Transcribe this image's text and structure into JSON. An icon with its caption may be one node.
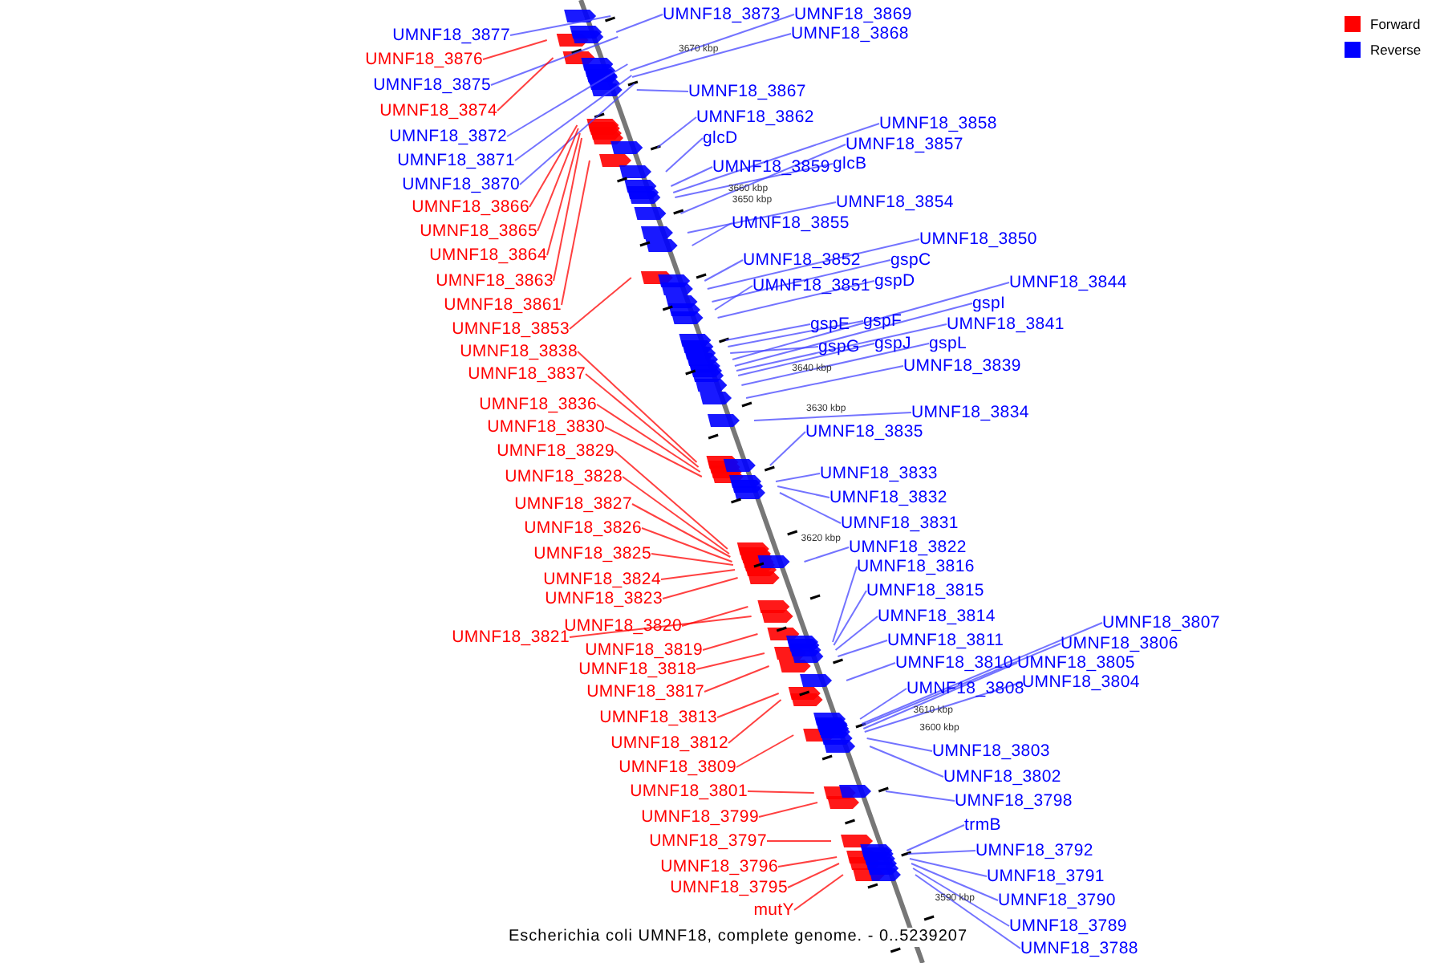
{
  "diagram": {
    "caption": "Escherichia coli UMNF18, complete genome. - 0..5239207",
    "nodes": [
      {
        "text": [
          "UMNF18_3877"
        ]
      },
      {
        "text": [
          "UMNF18_3876"
        ]
      },
      {
        "text": [
          "UMNF18_3875"
        ]
      },
      {
        "text": [
          "UMNF18_3874"
        ]
      },
      {
        "text": [
          "UMNF18_3872"
        ]
      },
      {
        "text": [
          "UMNF18_3871"
        ]
      },
      {
        "text": [
          "UMNF18_3870"
        ]
      },
      {
        "text": [
          "UMNF18_3866"
        ]
      },
      {
        "text": [
          "UMNF18_3865"
        ]
      },
      {
        "text": [
          "UMNF18_3864"
        ]
      },
      {
        "text": [
          "UMNF18_3863"
        ]
      },
      {
        "text": [
          "UMNF18_3861"
        ]
      },
      {
        "text": [
          "UMNF18_3853"
        ]
      },
      {
        "text": [
          "UMNF18_3838"
        ]
      },
      {
        "text": [
          "UMNF18_3837"
        ]
      },
      {
        "text": [
          "UMNF18_3836"
        ]
      },
      {
        "text": [
          "UMNF18_3830"
        ]
      },
      {
        "text": [
          "UMNF18_3829"
        ]
      },
      {
        "text": [
          "UMNF18_3828"
        ]
      },
      {
        "text": [
          "UMNF18_3827"
        ]
      },
      {
        "text": [
          "UMNF18_3826"
        ]
      },
      {
        "text": [
          "UMNF18_3825"
        ]
      },
      {
        "text": [
          "UMNF18_3824"
        ]
      },
      {
        "text": [
          "UMNF18_3823"
        ]
      },
      {
        "text": [
          "UMNF18_3820"
        ]
      },
      {
        "text": [
          "UMNF18_3821"
        ]
      },
      {
        "text": [
          "UMNF18_3819"
        ]
      },
      {
        "text": [
          "UMNF18_3818"
        ]
      },
      {
        "text": [
          "UMNF18_3817"
        ]
      },
      {
        "text": [
          "UMNF18_3813"
        ]
      },
      {
        "text": [
          "UMNF18_3812"
        ]
      },
      {
        "text": [
          "UMNF18_3809"
        ]
      },
      {
        "text": [
          "UMNF18_3801"
        ]
      },
      {
        "text": [
          "UMNF18_3799"
        ]
      },
      {
        "text": [
          "UMNF18_3797"
        ]
      },
      {
        "text": [
          "UMNF18_3796"
        ]
      },
      {
        "text": [
          "UMNF18_3795"
        ]
      },
      {
        "text": [
          "mutY"
        ]
      },
      {
        "text": [
          "UMNF18_3873"
        ]
      },
      {
        "text": [
          "UMNF18_3869"
        ]
      },
      {
        "text": [
          "UMNF18_3868"
        ]
      },
      {
        "text": [
          "UMNF18_3867"
        ]
      },
      {
        "text": [
          "UMNF18_3862"
        ]
      },
      {
        "text": [
          "glcD"
        ]
      },
      {
        "text": [
          "UMNF18_3859"
        ]
      },
      {
        "text": [
          "glcB"
        ]
      },
      {
        "text": [
          "UMNF18_3858"
        ]
      },
      {
        "text": [
          "UMNF18_3857"
        ]
      },
      {
        "text": [
          "UMNF18_3854"
        ]
      },
      {
        "text": [
          "UMNF18_3855"
        ]
      },
      {
        "text": [
          "UMNF18_3850"
        ]
      },
      {
        "text": [
          "UMNF18_3852"
        ]
      },
      {
        "text": [
          "gspC"
        ]
      },
      {
        "text": [
          "UMNF18_3851"
        ]
      },
      {
        "text": [
          "gspD"
        ]
      },
      {
        "text": [
          "UMNF18_3844"
        ]
      },
      {
        "text": [
          "gspI"
        ]
      },
      {
        "text": [
          "UMNF18_3841"
        ]
      },
      {
        "text": [
          "gspE"
        ]
      },
      {
        "text": [
          "gspF"
        ]
      },
      {
        "text": [
          "gspG"
        ]
      },
      {
        "text": [
          "gspJ"
        ]
      },
      {
        "text": [
          "gspL"
        ]
      },
      {
        "text": [
          "UMNF18_3839"
        ]
      },
      {
        "text": [
          "UMNF18_3834"
        ]
      },
      {
        "text": [
          "UMNF18_3835"
        ]
      },
      {
        "text": [
          "UMNF18_3833"
        ]
      },
      {
        "text": [
          "UMNF18_3832"
        ]
      },
      {
        "text": [
          "UMNF18_3831"
        ]
      },
      {
        "text": [
          "UMNF18_3822"
        ]
      },
      {
        "text": [
          "UMNF18_3816"
        ]
      },
      {
        "text": [
          "UMNF18_3815"
        ]
      },
      {
        "text": [
          "UMNF18_3814"
        ]
      },
      {
        "text": [
          "UMNF18_3811"
        ]
      },
      {
        "text": [
          "UMNF18_3810"
        ]
      },
      {
        "text": [
          "UMNF18_3805"
        ]
      },
      {
        "text": [
          "UMNF18_3807"
        ]
      },
      {
        "text": [
          "UMNF18_3806"
        ]
      },
      {
        "text": [
          "UMNF18_3808"
        ]
      },
      {
        "text": [
          "UMNF18_3804"
        ]
      },
      {
        "text": [
          "UMNF18_3803"
        ]
      },
      {
        "text": [
          "UMNF18_3802"
        ]
      },
      {
        "text": [
          "UMNF18_3798"
        ]
      },
      {
        "text": [
          "trmB"
        ]
      },
      {
        "text": [
          "UMNF18_3792"
        ]
      },
      {
        "text": [
          "UMNF18_3791"
        ]
      },
      {
        "text": [
          "UMNF18_3790"
        ]
      },
      {
        "text": [
          "UMNF18_3789"
        ]
      },
      {
        "text": [
          "UMNF18_3788"
        ]
      }
    ],
    "edges": [
      {
        "from": 0,
        "to": null,
        "arrow": "none"
      },
      {
        "from": 1,
        "to": null,
        "arrow": "none",
        "color": "#ff0000"
      },
      {
        "from": 2,
        "to": null,
        "arrow": "none"
      },
      {
        "from": 3,
        "to": null,
        "arrow": "none",
        "color": "#ff0000"
      },
      {
        "from": 4,
        "to": null,
        "arrow": "none"
      },
      {
        "from": 5,
        "to": null,
        "arrow": "none"
      },
      {
        "from": 6,
        "to": null,
        "arrow": "none"
      },
      {
        "from": 7,
        "to": null,
        "arrow": "none",
        "color": "#ff0000"
      },
      {
        "from": 8,
        "to": null,
        "arrow": "none",
        "color": "#ff0000"
      },
      {
        "from": 9,
        "to": null,
        "arrow": "none",
        "color": "#ff0000"
      },
      {
        "from": 10,
        "to": null,
        "arrow": "none",
        "color": "#ff0000"
      },
      {
        "from": 11,
        "to": null,
        "arrow": "none",
        "color": "#ff0000"
      },
      {
        "from": 12,
        "to": null,
        "arrow": "none",
        "color": "#ff0000"
      },
      {
        "from": 13,
        "to": null,
        "arrow": "none",
        "color": "#ff0000"
      },
      {
        "from": 14,
        "to": null,
        "arrow": "none",
        "color": "#ff0000"
      },
      {
        "from": 15,
        "to": null,
        "arrow": "none",
        "color": "#ff0000"
      },
      {
        "from": 16,
        "to": null,
        "arrow": "none",
        "color": "#ff0000"
      },
      {
        "from": 17,
        "to": null,
        "arrow": "none",
        "color": "#ff0000"
      },
      {
        "from": 18,
        "to": null,
        "arrow": "none",
        "color": "#ff0000"
      },
      {
        "from": 19,
        "to": null,
        "arrow": "none",
        "color": "#ff0000"
      },
      {
        "from": 20,
        "to": null,
        "arrow": "none",
        "color": "#ff0000"
      },
      {
        "from": 21,
        "to": null,
        "arrow": "none",
        "color": "#ff0000"
      },
      {
        "from": 22,
        "to": null,
        "arrow": "none",
        "color": "#ff0000"
      },
      {
        "from": 23,
        "to": null,
        "arrow": "none",
        "color": "#ff0000"
      },
      {
        "from": 24,
        "to": null,
        "arrow": "none",
        "color": "#ff0000"
      },
      {
        "from": 25,
        "to": null,
        "arrow": "none",
        "color": "#ff0000"
      },
      {
        "from": 26,
        "to": null,
        "arrow": "none",
        "color": "#ff0000"
      },
      {
        "from": 27,
        "to": null,
        "arrow": "none",
        "color": "#ff0000"
      },
      {
        "from": 28,
        "to": null,
        "arrow": "none",
        "color": "#ff0000"
      },
      {
        "from": 29,
        "to": null,
        "arrow": "none",
        "color": "#ff0000"
      },
      {
        "from": 30,
        "to": null,
        "arrow": "none",
        "color": "#ff0000"
      },
      {
        "from": 31,
        "to": null,
        "arrow": "none",
        "color": "#ff0000"
      },
      {
        "from": 32,
        "to": null,
        "arrow": "none",
        "color": "#ff0000"
      },
      {
        "from": 33,
        "to": null,
        "arrow": "none",
        "color": "#ff0000"
      },
      {
        "from": 34,
        "to": null,
        "arrow": "none",
        "color": "#ff0000"
      },
      {
        "from": 35,
        "to": null,
        "arrow": "none",
        "color": "#ff0000"
      },
      {
        "from": 36,
        "to": null,
        "arrow": "none",
        "color": "#ff0000"
      },
      {
        "from": 37,
        "to": null,
        "arrow": "none",
        "color": "#ff0000"
      },
      {
        "from": 38,
        "to": null,
        "arrow": "none"
      },
      {
        "from": 39,
        "to": null,
        "arrow": "none"
      },
      {
        "from": 40,
        "to": null,
        "arrow": "none"
      },
      {
        "from": 41,
        "to": null,
        "arrow": "none"
      },
      {
        "from": 42,
        "to": null,
        "arrow": "none"
      },
      {
        "from": 43,
        "to": null,
        "arrow": "none"
      },
      {
        "from": 44,
        "to": null,
        "arrow": "none"
      },
      {
        "from": 45,
        "to": null,
        "arrow": "none"
      },
      {
        "from": 46,
        "to": null,
        "arrow": "none"
      },
      {
        "from": 47,
        "to": null,
        "arrow": "none"
      },
      {
        "from": 48,
        "to": null,
        "arrow": "none"
      },
      {
        "from": 49,
        "to": null,
        "arrow": "none"
      },
      {
        "from": 50,
        "to": null,
        "arrow": "none"
      },
      {
        "from": 51,
        "to": null,
        "arrow": "none"
      },
      {
        "from": 52,
        "to": null,
        "arrow": "none"
      },
      {
        "from": 53,
        "to": null,
        "arrow": "none"
      },
      {
        "from": 54,
        "to": null,
        "arrow": "none"
      },
      {
        "from": 55,
        "to": null,
        "arrow": "none"
      },
      {
        "from": 56,
        "to": null,
        "arrow": "none"
      },
      {
        "from": 57,
        "to": null,
        "arrow": "none"
      },
      {
        "from": 58,
        "to": null,
        "arrow": "none"
      },
      {
        "from": 59,
        "to": null,
        "arrow": "none"
      },
      {
        "from": 60,
        "to": null,
        "arrow": "none"
      },
      {
        "from": 61,
        "to": null,
        "arrow": "none"
      },
      {
        "from": 62,
        "to": null,
        "arrow": "none"
      },
      {
        "from": 63,
        "to": null,
        "arrow": "none"
      },
      {
        "from": 64,
        "to": null,
        "arrow": "none"
      },
      {
        "from": 65,
        "to": null,
        "arrow": "none"
      },
      {
        "from": 66,
        "to": null,
        "arrow": "none"
      },
      {
        "from": 67,
        "to": null,
        "arrow": "none"
      },
      {
        "from": 68,
        "to": null,
        "arrow": "none"
      },
      {
        "from": 69,
        "to": null,
        "arrow": "none"
      },
      {
        "from": 70,
        "to": null,
        "arrow": "none"
      },
      {
        "from": 71,
        "to": null,
        "arrow": "none"
      },
      {
        "from": 72,
        "to": null,
        "arrow": "none"
      },
      {
        "from": 73,
        "to": null,
        "arrow": "none"
      },
      {
        "from": 74,
        "to": null,
        "arrow": "none"
      },
      {
        "from": 75,
        "to": null,
        "arrow": "none"
      },
      {
        "from": 76,
        "to": null,
        "arrow": "none"
      },
      {
        "from": 77,
        "to": null,
        "arrow": "none"
      },
      {
        "from": 78,
        "to": null,
        "arrow": "none"
      },
      {
        "from": 79,
        "to": null,
        "arrow": "none"
      },
      {
        "from": 80,
        "to": null,
        "arrow": "none"
      },
      {
        "from": 81,
        "to": null,
        "arrow": "none"
      },
      {
        "from": 82,
        "to": null,
        "arrow": "none"
      },
      {
        "from": 83,
        "to": null,
        "arrow": "none"
      },
      {
        "from": 84,
        "to": null,
        "arrow": "none"
      },
      {
        "from": 85,
        "to": null,
        "arrow": "none"
      },
      {
        "from": 86,
        "to": null,
        "arrow": "none"
      },
      {
        "from": 87,
        "to": null,
        "arrow": "none"
      },
      {
        "from": 88,
        "to": null,
        "arrow": "none"
      }
    ],
    "labels": [
      "3670 kbp",
      "3660 kbp",
      "3650 kbp",
      "3640 kbp",
      "3630 kbp",
      "3620 kbp",
      "3610 kbp",
      "3600 kbp",
      "3590 kbp"
    ],
    "legend": [
      {
        "text": "Forward",
        "color": "#ff0000"
      },
      {
        "text": "Reverse",
        "color": "#0000ff"
      }
    ]
  }
}
